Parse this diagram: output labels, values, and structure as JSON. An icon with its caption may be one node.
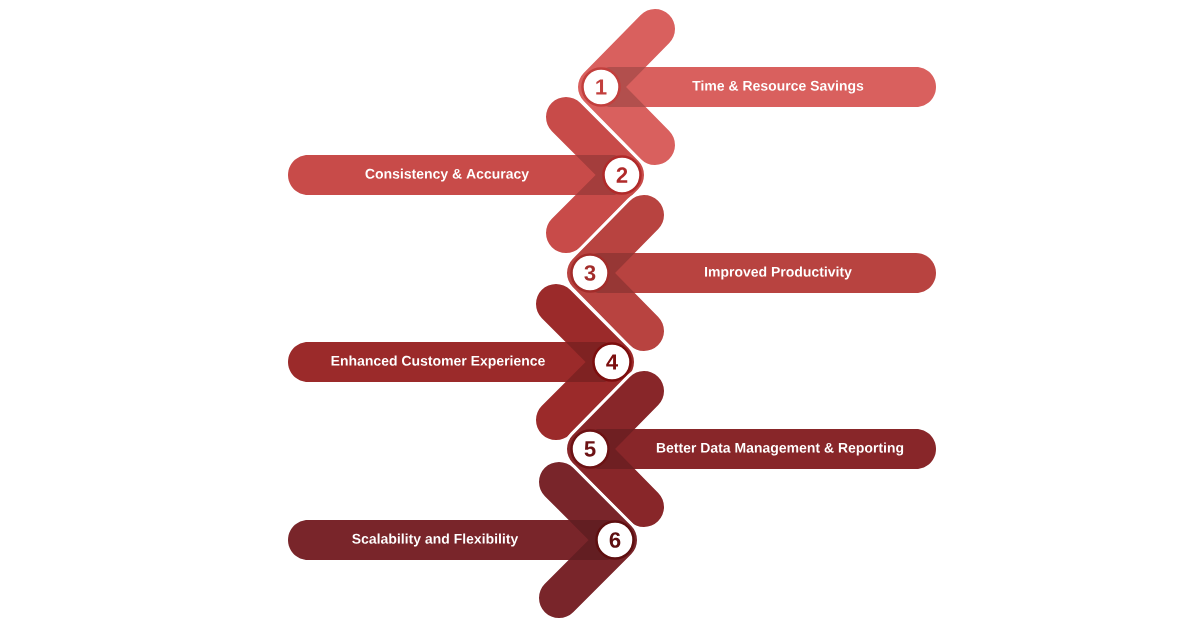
{
  "diagram": {
    "nodes": [
      {
        "text": [
          "Time & Resource Savings"
        ]
      },
      {
        "text": [
          "1"
        ],
        "in": 0
      },
      {
        "text": [
          "Consistency & Accuracy"
        ]
      },
      {
        "text": [
          "2"
        ],
        "in": 2
      },
      {
        "text": [
          "Improved Productivity"
        ]
      },
      {
        "text": [
          "3"
        ],
        "in": 4
      },
      {
        "text": [
          "Enhanced Customer Experience"
        ]
      },
      {
        "text": [
          "4"
        ],
        "in": 6
      },
      {
        "text": [
          "Better Data Management & Reporting"
        ]
      },
      {
        "text": [
          "5"
        ],
        "in": 8
      },
      {
        "text": [
          "Scalability and Flexibility"
        ]
      },
      {
        "text": [
          "6"
        ],
        "in": 10
      }
    ]
  }
}
